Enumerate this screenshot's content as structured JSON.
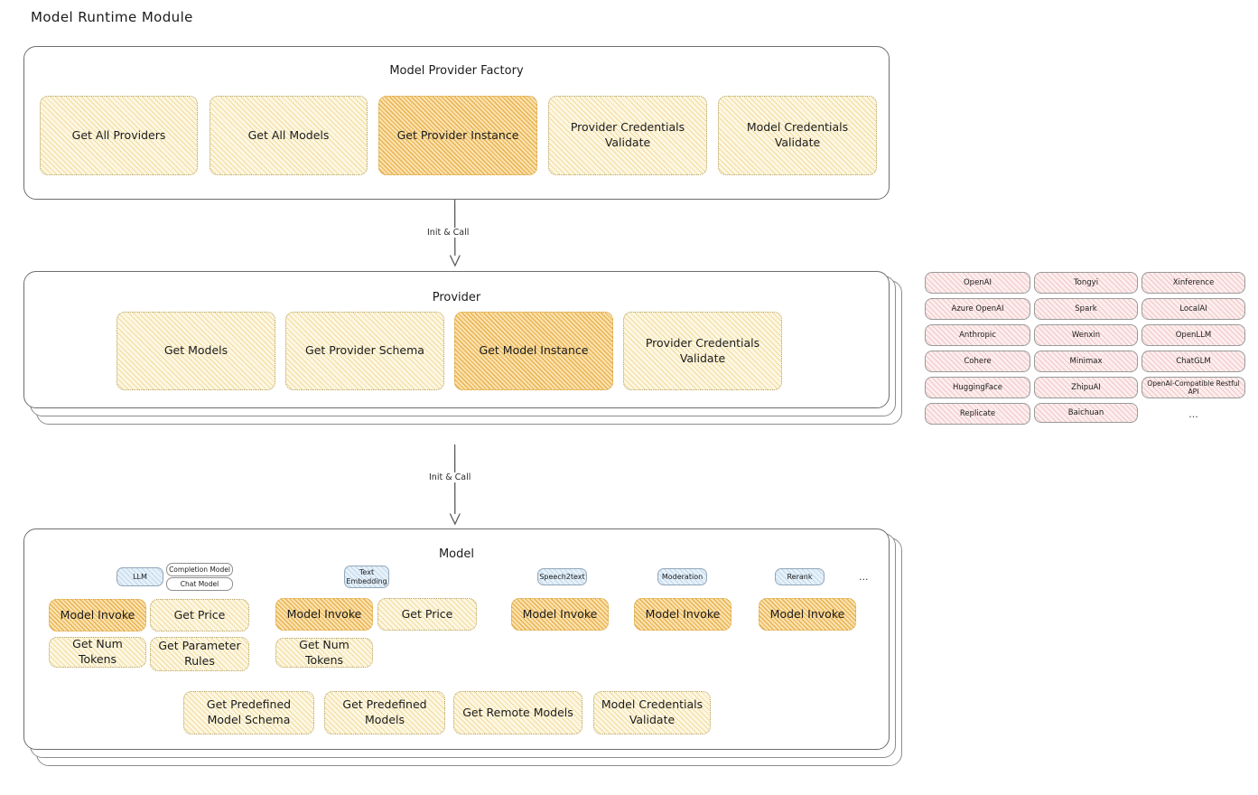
{
  "title": "Model Runtime Module",
  "colors": {
    "accent_fill": "#fdf7e3",
    "accent_highlight": "#fbe2b0",
    "provider_chip": "#fdeeee",
    "model_tag": "#e6f1fa",
    "container_border": "#6e6e6e"
  },
  "sections": {
    "factory": {
      "title": "Model Provider Factory",
      "boxes": [
        {
          "label": "Get All Providers",
          "highlight": false
        },
        {
          "label": "Get All Models",
          "highlight": false
        },
        {
          "label": "Get Provider Instance",
          "highlight": true
        },
        {
          "label": "Provider Credentials Validate",
          "highlight": false
        },
        {
          "label": "Model Credentials Validate",
          "highlight": false
        }
      ]
    },
    "provider": {
      "title": "Provider",
      "boxes": [
        {
          "label": "Get Models",
          "highlight": false
        },
        {
          "label": "Get Provider Schema",
          "highlight": false
        },
        {
          "label": "Get Model Instance",
          "highlight": true
        },
        {
          "label": "Provider Credentials Validate",
          "highlight": false
        }
      ]
    },
    "model": {
      "title": "Model",
      "types": [
        {
          "name": "LLM",
          "subtags": [
            "Completion Model",
            "Chat Model"
          ],
          "boxes": [
            {
              "label": "Model Invoke",
              "highlight": true
            },
            {
              "label": "Get Price",
              "highlight": false
            },
            {
              "label": "Get Num Tokens",
              "highlight": false
            },
            {
              "label": "Get Parameter Rules",
              "highlight": false
            }
          ]
        },
        {
          "name": "Text Embedding",
          "subtags": [],
          "boxes": [
            {
              "label": "Model Invoke",
              "highlight": true
            },
            {
              "label": "Get Price",
              "highlight": false
            },
            {
              "label": "Get Num Tokens",
              "highlight": false
            }
          ]
        },
        {
          "name": "Speech2text",
          "subtags": [],
          "boxes": [
            {
              "label": "Model Invoke",
              "highlight": true
            }
          ]
        },
        {
          "name": "Moderation",
          "subtags": [],
          "boxes": [
            {
              "label": "Model Invoke",
              "highlight": true
            }
          ]
        },
        {
          "name": "Rerank",
          "subtags": [],
          "boxes": [
            {
              "label": "Model Invoke",
              "highlight": true
            }
          ]
        }
      ],
      "types_ellipsis": "...",
      "shared_boxes": [
        {
          "label": "Get Predefined Model Schema"
        },
        {
          "label": "Get Predefined Models"
        },
        {
          "label": "Get Remote Models"
        },
        {
          "label": "Model Credentials Validate"
        }
      ]
    }
  },
  "arrows": [
    {
      "label": "Init & Call"
    },
    {
      "label": "Init & Call"
    }
  ],
  "provider_list": {
    "columns": [
      {
        "items": [
          "OpenAI",
          "Azure OpenAI",
          "Anthropic",
          "Cohere",
          "HuggingFace",
          "Replicate"
        ],
        "ellipsis": false
      },
      {
        "items": [
          "Tongyi",
          "Spark",
          "Wenxin",
          "Minimax",
          "ZhipuAI",
          "Baichuan"
        ],
        "ellipsis": false
      },
      {
        "items": [
          "Xinference",
          "LocalAI",
          "OpenLLM",
          "ChatGLM",
          "OpenAI-Compatible Restful API"
        ],
        "ellipsis": true
      }
    ],
    "ellipsis_text": "..."
  }
}
